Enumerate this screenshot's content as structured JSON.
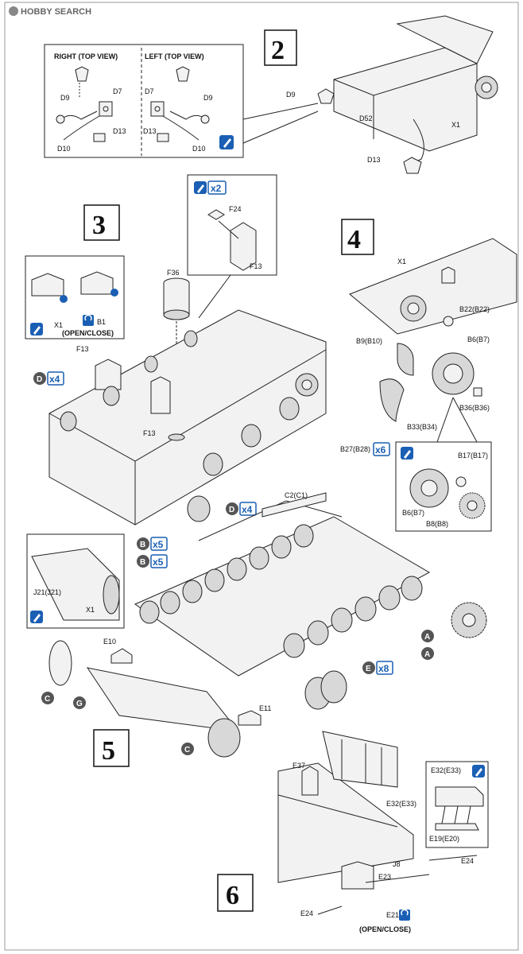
{
  "watermark": "HOBBY SEARCH",
  "steps": {
    "s2": "2",
    "s3": "3",
    "s4": "4",
    "s5": "5",
    "s6": "6"
  },
  "step2": {
    "right_view": "RIGHT (TOP VIEW)",
    "left_view": "LEFT (TOP VIEW)",
    "d7": "D7",
    "d9": "D9",
    "d10": "D10",
    "d13": "D13",
    "d52": "D52",
    "x1": "X1"
  },
  "step3": {
    "x2": "x2",
    "f24": "F24",
    "f13": "F13",
    "f36": "F36",
    "x1": "X1",
    "b1": "B1",
    "open_close": "(OPEN/CLOSE)",
    "d": "D",
    "x4": "x4"
  },
  "step4": {
    "x1": "X1",
    "b22": "B22(B22)",
    "b9": "B9(B10)",
    "b6": "B6(B7)",
    "b36": "B36(B36)",
    "b33": "B33(B34)",
    "b27": "B27(B28)",
    "x6": "x6",
    "b17": "B17(B17)",
    "b8": "B8(B8)"
  },
  "step5": {
    "c2": "C2(C1)",
    "b": "B",
    "x5": "x5",
    "j21": "J21(J21)",
    "x1": "X1",
    "e10": "E10",
    "e11": "E11",
    "c": "C",
    "g": "G",
    "a": "A",
    "e": "E",
    "x8": "x8"
  },
  "step6": {
    "e37": "E37",
    "e32": "E32(E33)",
    "e19": "E19(E20)",
    "j8": "J8",
    "e23": "E23",
    "e24": "E24",
    "e21": "E21",
    "open_close": "(OPEN/CLOSE)"
  },
  "colors": {
    "ink": "#222222",
    "accent_blue": "#1a5fb4",
    "marker_gray": "#555555"
  }
}
